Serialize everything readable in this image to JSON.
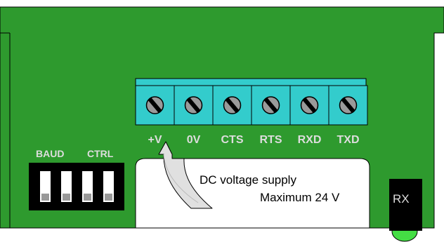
{
  "terminals": [
    {
      "label": "+V"
    },
    {
      "label": "0V"
    },
    {
      "label": "CTS"
    },
    {
      "label": "RTS"
    },
    {
      "label": "RXD"
    },
    {
      "label": "TXD"
    }
  ],
  "dip_switch": {
    "baud_label": "BAUD",
    "ctrl_label": "CTRL",
    "switch_count": 4
  },
  "callout": {
    "line1": "DC voltage supply",
    "line2": "Maximum 24 V"
  },
  "rx_led": {
    "label": "RX",
    "led_color": "#44dd44"
  },
  "colors": {
    "board": "#2e9a2e",
    "terminal": "#33cccc",
    "label_text": "#dddddd"
  },
  "icons": [
    "screw-icon",
    "curved-arrow-icon"
  ]
}
